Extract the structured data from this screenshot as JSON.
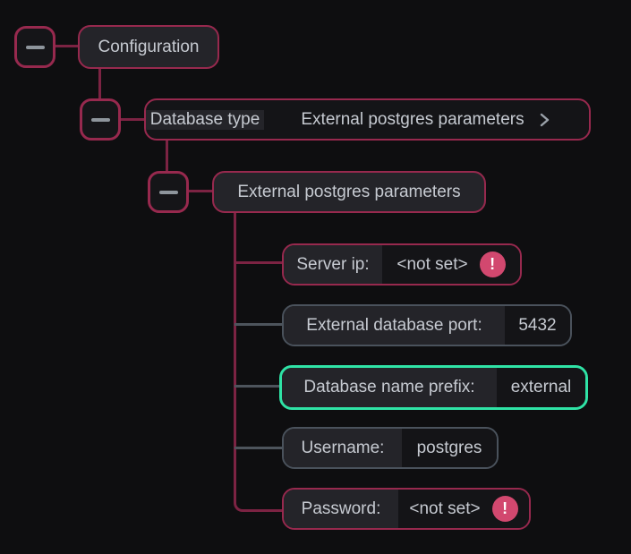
{
  "colors": {
    "background": "#0e0e10",
    "node_bg": "#141417",
    "label_bg": "#242429",
    "panel_bg": "#151518",
    "text": "#c6cad1",
    "muted_text": "#9aa1a9",
    "crimson": "#97294e",
    "crimson_line": "#7c2343",
    "gray_border": "#4a525c",
    "gray_line": "#4d545c",
    "selected": "#2fe3a6",
    "warning": "#d2486f",
    "warning_text": "#ffffff",
    "dash": "#8e959c"
  },
  "nodes": {
    "root": {
      "label": "Configuration"
    },
    "database_type": {
      "label": "Database type",
      "value": "External postgres parameters"
    },
    "group": {
      "label": "External postgres parameters"
    }
  },
  "fields": [
    {
      "label": "Server ip:",
      "value": "<not set>",
      "state": "error",
      "warning": true
    },
    {
      "label": "External database port:",
      "value": "5432",
      "state": "normal",
      "warning": false
    },
    {
      "label": "Database name prefix:",
      "value": "external",
      "state": "selected",
      "warning": false
    },
    {
      "label": "Username:",
      "value": "postgres",
      "state": "normal",
      "warning": false
    },
    {
      "label": "Password:",
      "value": "<not set>",
      "state": "error",
      "warning": true
    }
  ],
  "icons": {
    "collapse": "minus",
    "chevron": "chevron-right",
    "warning_glyph": "!"
  }
}
